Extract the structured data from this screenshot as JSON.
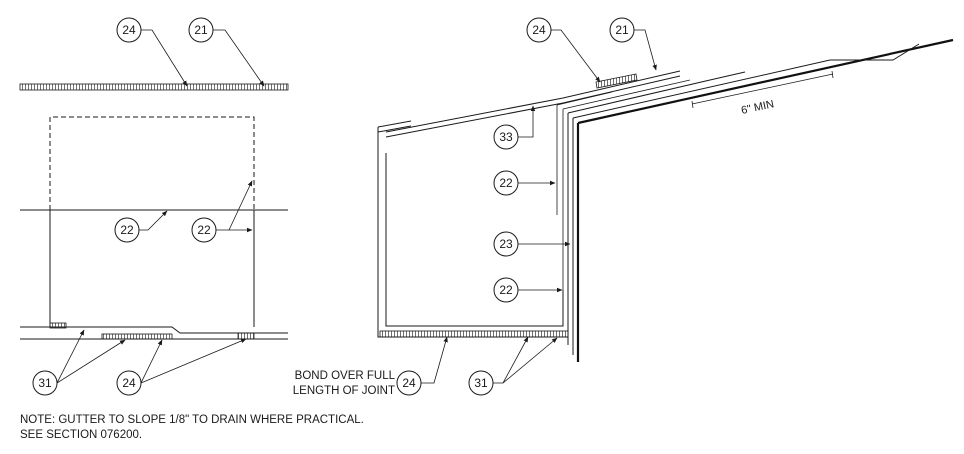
{
  "tags": {
    "t24": "24",
    "t21": "21",
    "t22": "22",
    "t23": "23",
    "t31": "31",
    "t33": "33"
  },
  "labels": {
    "bond_line1": "BOND OVER FULL",
    "bond_line2": "LENGTH OF JOINT",
    "dimension": "6\" MIN"
  },
  "notes": {
    "line1": "NOTE: GUTTER TO SLOPE 1/8\" TO DRAIN WHERE PRACTICAL.",
    "line2": "SEE SECTION 076200."
  }
}
